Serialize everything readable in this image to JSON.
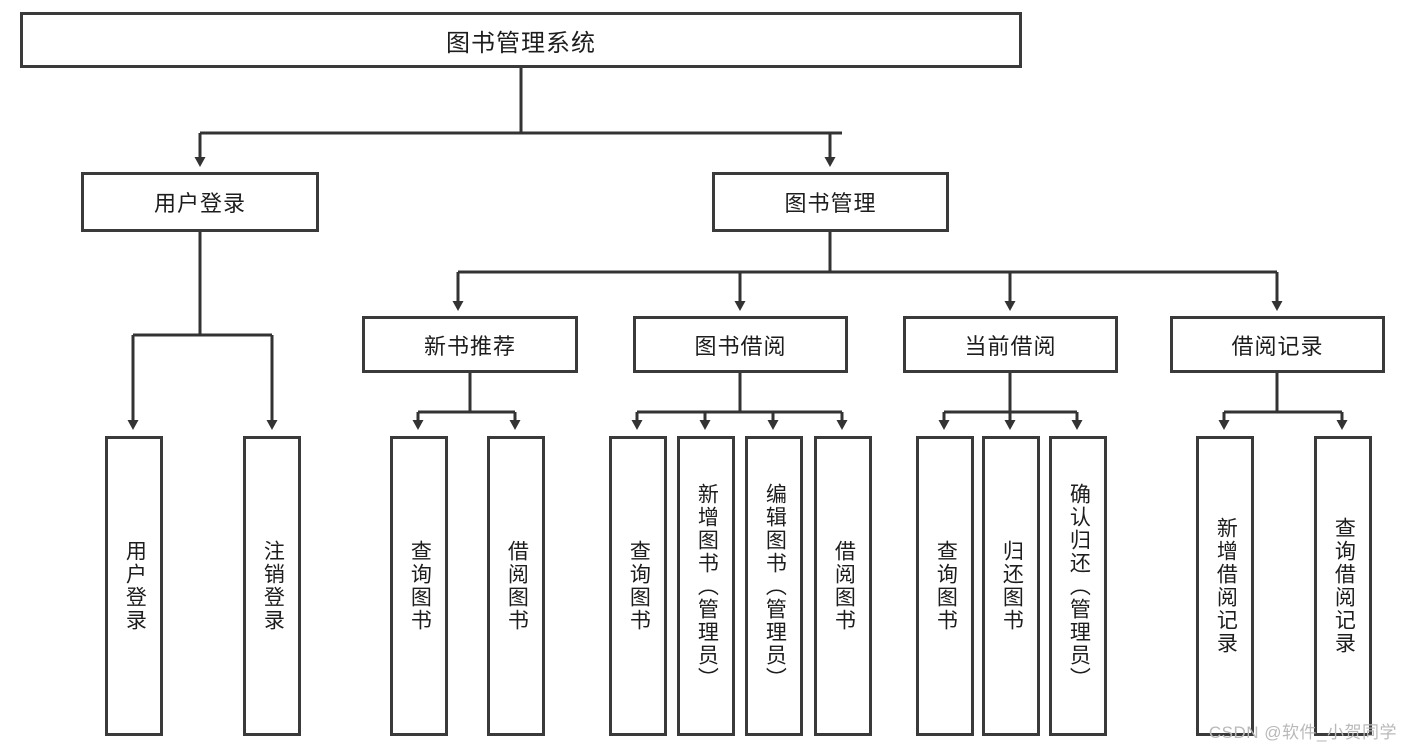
{
  "diagram": {
    "title": "图书管理系统",
    "watermark": "CSDN @软件_小贺同学",
    "colors": {
      "box_border": "#3a3a3a",
      "box_fill": "#ffffff",
      "connector": "#333333",
      "text": "#1d1d1d",
      "watermark": "#b9b9b9"
    },
    "level1": {
      "label": "图书管理系统"
    },
    "level2": [
      {
        "label": "用户登录"
      },
      {
        "label": "图书管理"
      }
    ],
    "level3": [
      {
        "label": "新书推荐"
      },
      {
        "label": "图书借阅"
      },
      {
        "label": "当前借阅"
      },
      {
        "label": "借阅记录"
      }
    ],
    "leaves": {
      "user_login": [
        {
          "label": "用户登录"
        },
        {
          "label": "注销登录"
        }
      ],
      "new_book_recommend": [
        {
          "label": "查询图书"
        },
        {
          "label": "借阅图书"
        }
      ],
      "book_borrow": [
        {
          "label": "查询图书"
        },
        {
          "label": "新增图书（管理员）"
        },
        {
          "label": "编辑图书（管理员）"
        },
        {
          "label": "借阅图书"
        }
      ],
      "current_borrow": [
        {
          "label": "查询图书"
        },
        {
          "label": "归还图书"
        },
        {
          "label": "确认归还（管理员）"
        }
      ],
      "borrow_record": [
        {
          "label": "新增借阅记录"
        },
        {
          "label": "查询借阅记录"
        }
      ]
    }
  }
}
